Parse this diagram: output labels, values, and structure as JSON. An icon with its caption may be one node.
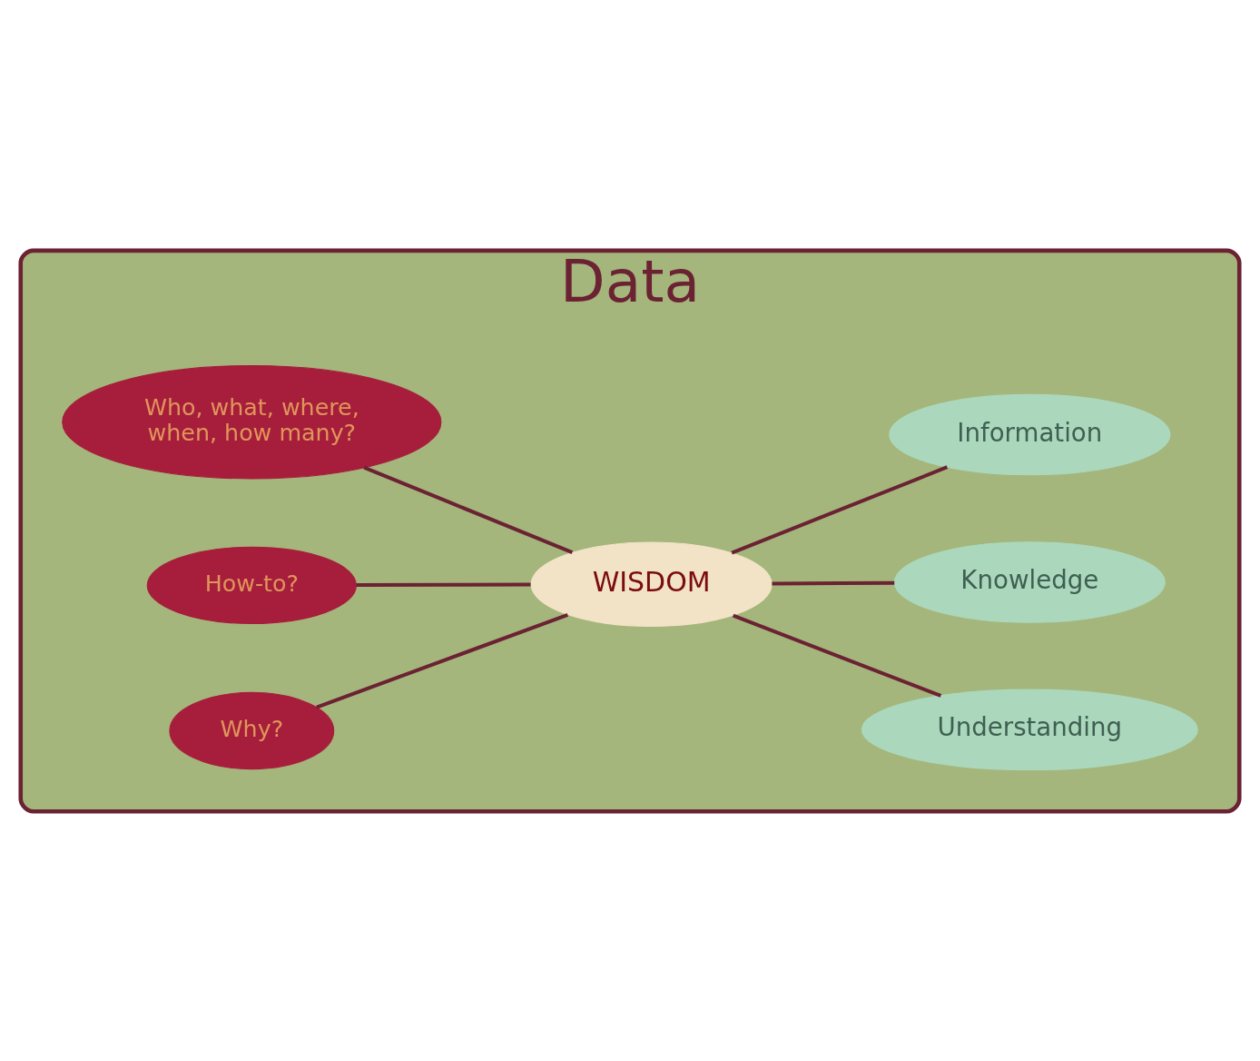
{
  "diagram": {
    "nodes": [
      {
        "text": [
          "Data"
        ]
      },
      {
        "text": [
          "Who, what, where, when, how many?"
        ],
        "in": 0
      },
      {
        "text": [
          "Information"
        ],
        "in": 0
      },
      {
        "text": [
          "How-to?"
        ],
        "in": 0
      },
      {
        "text": [
          "WISDOM"
        ],
        "in": 0
      },
      {
        "text": [
          "Knowledge"
        ],
        "in": 0
      },
      {
        "text": [
          "Why?"
        ],
        "in": 0
      },
      {
        "text": [
          "Understanding"
        ],
        "in": 0
      }
    ],
    "edges": [
      {
        "from": 1,
        "to": 4,
        "arrow": "none"
      },
      {
        "from": 3,
        "to": 4,
        "arrow": "none"
      },
      {
        "from": 6,
        "to": 4,
        "arrow": "none"
      },
      {
        "from": 4,
        "to": 7,
        "arrow": "none"
      },
      {
        "from": 4,
        "to": 5,
        "arrow": "none"
      },
      {
        "from": 4,
        "to": 2,
        "arrow": "none"
      }
    ]
  }
}
